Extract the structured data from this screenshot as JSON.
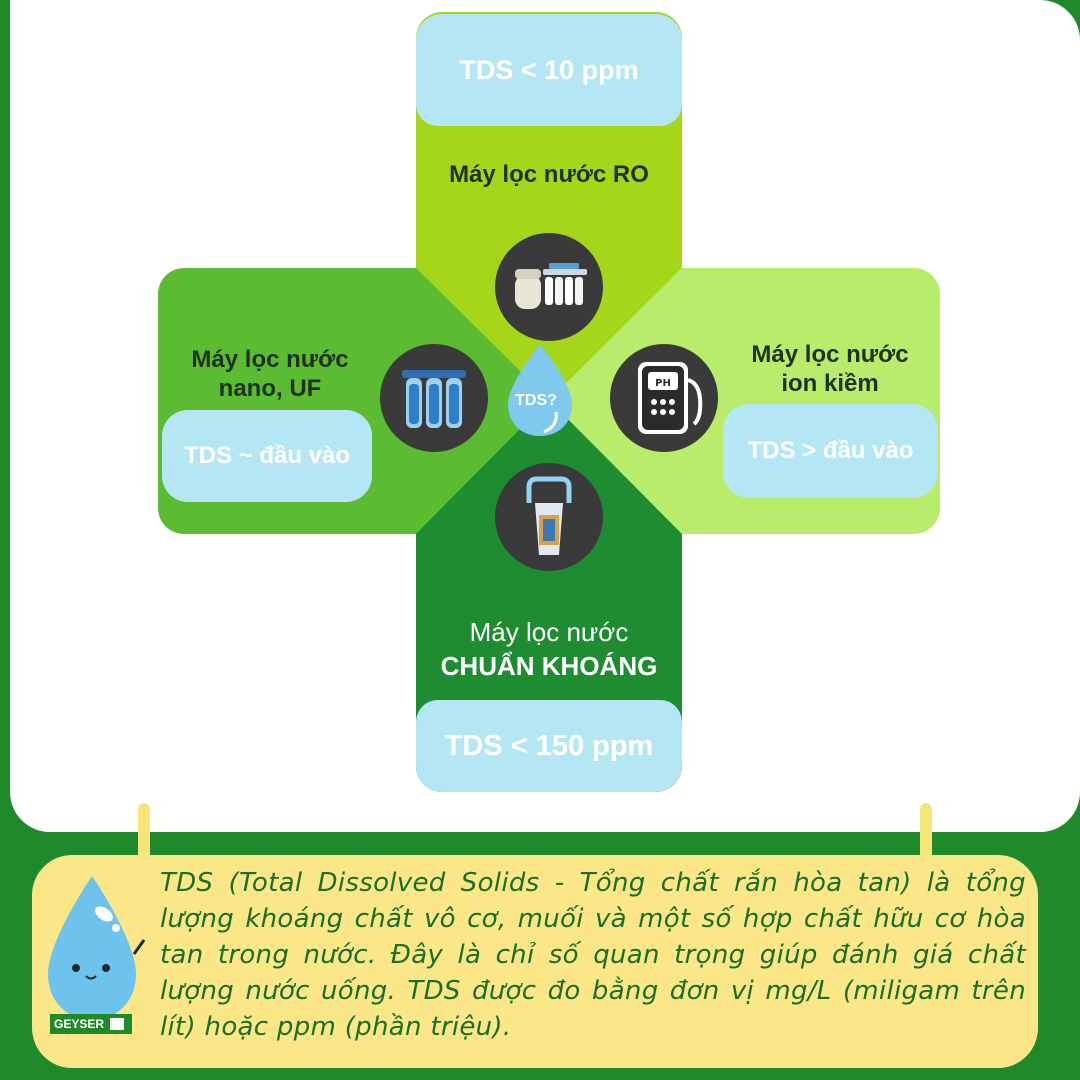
{
  "center": {
    "label": "TDS?"
  },
  "top": {
    "tds": "TDS < 10 ppm",
    "title": "Máy lọc nước RO",
    "icon": "ro-purifier-icon"
  },
  "left": {
    "tds": "TDS ~ đầu vào",
    "title_line1": "Máy lọc nước",
    "title_line2": "nano, UF",
    "icon": "cartridge-filters-icon"
  },
  "right": {
    "tds": "TDS > đầu vào",
    "title_line1": "Máy lọc nước",
    "title_line2": "ion kiềm",
    "icon": "ph-ionizer-icon"
  },
  "bottom": {
    "tds": "TDS < 150 ppm",
    "title_line1": "Máy lọc nước",
    "title_line2": "CHUẨN KHOÁNG",
    "icon": "mineral-filter-cup-icon"
  },
  "note": {
    "text": "TDS (Total Dissolved Solids - Tổng chất rắn hòa tan) là tổng lượng khoáng chất vô cơ, muối và một số hợp chất hữu cơ hòa tan trong nước. Đây là chỉ số quan trọng giúp đánh giá chất lượng nước uống. TDS được đo bằng đơn vị mg/L (miligam trên lít) hoặc ppm (phần triệu).",
    "brand": "GEYSER"
  },
  "colors": {
    "background": "#1f8a2a",
    "top_arm": "#a6d61a",
    "left_arm": "#5cbc31",
    "right_arm": "#b9ec6a",
    "bottom_arm": "#1e8d31",
    "pill": "#b4e6f4",
    "note_box": "#fbe787",
    "note_text": "#1a6f24"
  }
}
